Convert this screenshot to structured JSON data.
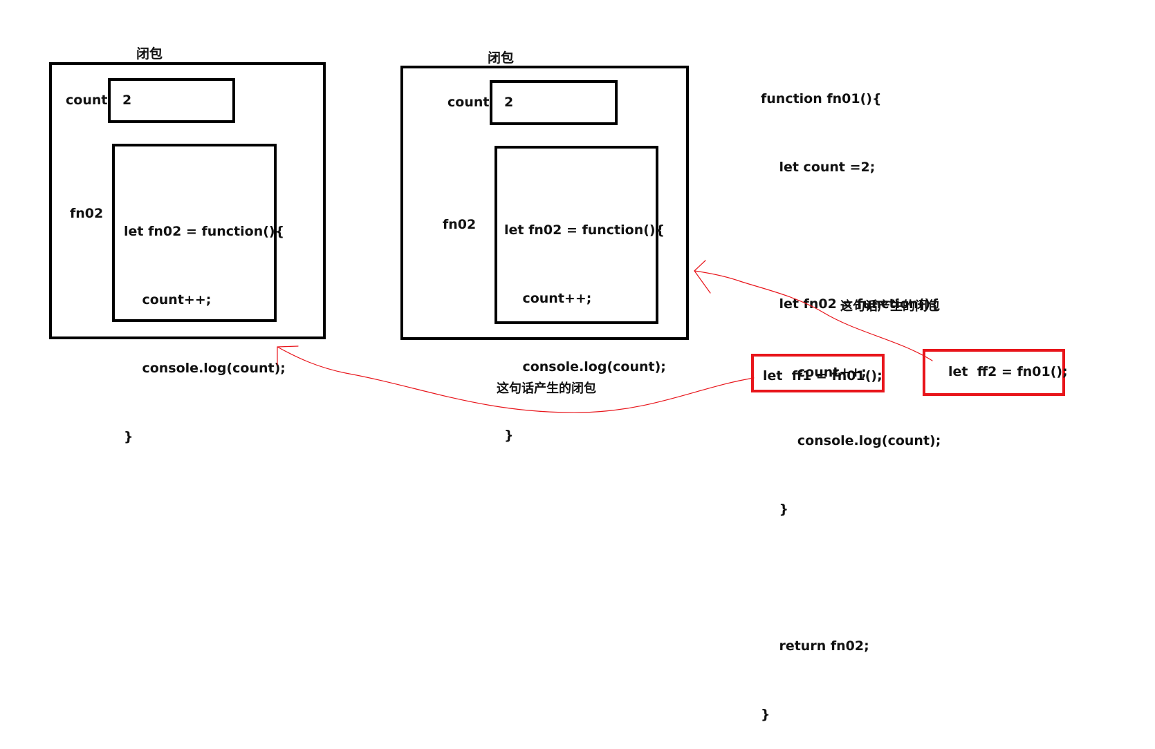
{
  "closure_left": {
    "title": "闭包",
    "count_label": "count",
    "count_value": "2",
    "fn_label": "fn02",
    "code": [
      "let fn02 = function(){",
      "    count++;",
      "    console.log(count);",
      "}"
    ]
  },
  "closure_right": {
    "title": "闭包",
    "count_label": "count",
    "count_value": "2",
    "fn_label": "fn02",
    "code": [
      "let fn02 = function(){",
      "    count++;",
      "    console.log(count);",
      "}"
    ]
  },
  "source_code": [
    "function fn01(){",
    "    let count =2;",
    "",
    "    let fn02 = function(){",
    "        count++;",
    "        console.log(count);",
    "    }",
    "",
    "    return fn02;",
    "}"
  ],
  "call_ff1": "let  ff1 = fn01();",
  "call_ff2": "let  ff2 = fn01();",
  "annotation_ff1": "这句话产生的闭包",
  "annotation_ff2": "这句话产生的闭包",
  "colors": {
    "outline": "#000000",
    "highlight": "#e8151b",
    "arrow": "#e8151b"
  }
}
